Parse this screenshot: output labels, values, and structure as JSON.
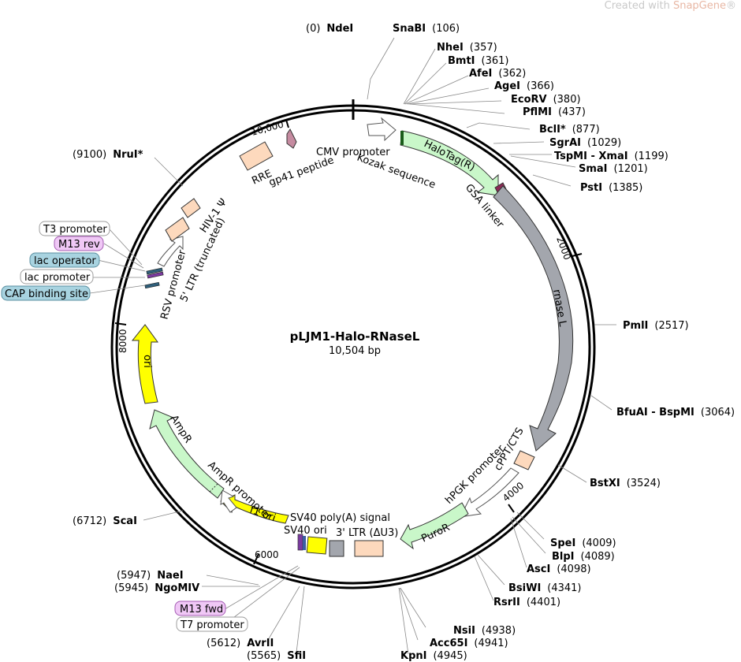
{
  "watermark": {
    "prefix": "Created with ",
    "brand": "SnapGene",
    "suffix": "®"
  },
  "plasmid": {
    "name": "pLJM1-Halo-RNaseL",
    "size_label": "10,504 bp",
    "length": 10504
  },
  "ticks": [
    {
      "pos": 2000,
      "label": "2000"
    },
    {
      "pos": 4000,
      "label": "4000"
    },
    {
      "pos": 6000,
      "label": "6000"
    },
    {
      "pos": 8000,
      "label": "8000"
    },
    {
      "pos": 10000,
      "label": "10,000"
    }
  ],
  "sites": [
    {
      "name": "NdeI",
      "pos": "(0)"
    },
    {
      "name": "SnaBI",
      "pos": "(106)"
    },
    {
      "name": "NheI",
      "pos": "(357)"
    },
    {
      "name": "BmtI",
      "pos": "(361)"
    },
    {
      "name": "AfeI",
      "pos": "(362)"
    },
    {
      "name": "AgeI",
      "pos": "(366)"
    },
    {
      "name": "EcoRV",
      "pos": "(380)"
    },
    {
      "name": "PflMI",
      "pos": "(437)"
    },
    {
      "name": "BclI*",
      "pos": "(877)"
    },
    {
      "name": "SgrAI",
      "pos": "(1029)"
    },
    {
      "name": "TspMI - XmaI",
      "pos": "(1199)"
    },
    {
      "name": "SmaI",
      "pos": "(1201)"
    },
    {
      "name": "PstI",
      "pos": "(1385)"
    },
    {
      "name": "PmlI",
      "pos": "(2517)"
    },
    {
      "name": "BfuAI - BspMI",
      "pos": "(3064)"
    },
    {
      "name": "BstXI",
      "pos": "(3524)"
    },
    {
      "name": "SpeI",
      "pos": "(4009)"
    },
    {
      "name": "BlpI",
      "pos": "(4089)"
    },
    {
      "name": "AscI",
      "pos": "(4098)"
    },
    {
      "name": "BsiWI",
      "pos": "(4341)"
    },
    {
      "name": "RsrII",
      "pos": "(4401)"
    },
    {
      "name": "NsiI",
      "pos": "(4938)"
    },
    {
      "name": "Acc65I",
      "pos": "(4941)"
    },
    {
      "name": "KpnI",
      "pos": "(4945)"
    },
    {
      "name": "SfiI",
      "pos": "(5565)"
    },
    {
      "name": "AvrII",
      "pos": "(5612)"
    },
    {
      "name": "NgoMIV",
      "pos": "(5945)"
    },
    {
      "name": "NaeI",
      "pos": "(5947)"
    },
    {
      "name": "ScaI",
      "pos": "(6712)"
    },
    {
      "name": "NruI*",
      "pos": "(9100)"
    }
  ],
  "features": [
    {
      "name": "CMV promoter"
    },
    {
      "name": "Kozak sequence"
    },
    {
      "name": "HaloTag(R)"
    },
    {
      "name": "GSA linker"
    },
    {
      "name": "rnase L"
    },
    {
      "name": "cPPT/CTS"
    },
    {
      "name": "hPGK promoter"
    },
    {
      "name": "PuroR"
    },
    {
      "name": "3' LTR (ΔU3)"
    },
    {
      "name": "SV40 poly(A) signal"
    },
    {
      "name": "SV40 ori"
    },
    {
      "name": "f1 ori"
    },
    {
      "name": "AmpR promoter"
    },
    {
      "name": "AmpR"
    },
    {
      "name": "ori"
    },
    {
      "name": "RSV promoter"
    },
    {
      "name": "5' LTR (truncated)"
    },
    {
      "name": "HIV-1 Ψ"
    },
    {
      "name": "RRE"
    },
    {
      "name": "gp41 peptide"
    }
  ],
  "boxed_labels": [
    {
      "name": "T3 promoter",
      "fill": "#ffffff",
      "stroke": "#9e9e9e"
    },
    {
      "name": "M13 rev",
      "fill": "#f0c8f6",
      "stroke": "#a45bb3"
    },
    {
      "name": "lac operator",
      "fill": "#a8d3e0",
      "stroke": "#5a8fa0"
    },
    {
      "name": "lac promoter",
      "fill": "#ffffff",
      "stroke": "#9e9e9e"
    },
    {
      "name": "CAP binding site",
      "fill": "#a8d3e0",
      "stroke": "#5a8fa0"
    },
    {
      "name": "M13 fwd",
      "fill": "#f0c8f6",
      "stroke": "#a45bb3"
    },
    {
      "name": "T7 promoter",
      "fill": "#ffffff",
      "stroke": "#9e9e9e"
    }
  ],
  "colors": {
    "halotag": "#c9f7c9",
    "rnasel": "#a3a6ad",
    "puror": "#c9f7c9",
    "ampr": "#c9f7c9",
    "ori": "#ffff00",
    "f1ori": "#ffff00",
    "ltr": "#fdd9bd",
    "promoter": "#ffffff",
    "gsa": "#8b2a55",
    "gp41": "#c58ba0"
  }
}
